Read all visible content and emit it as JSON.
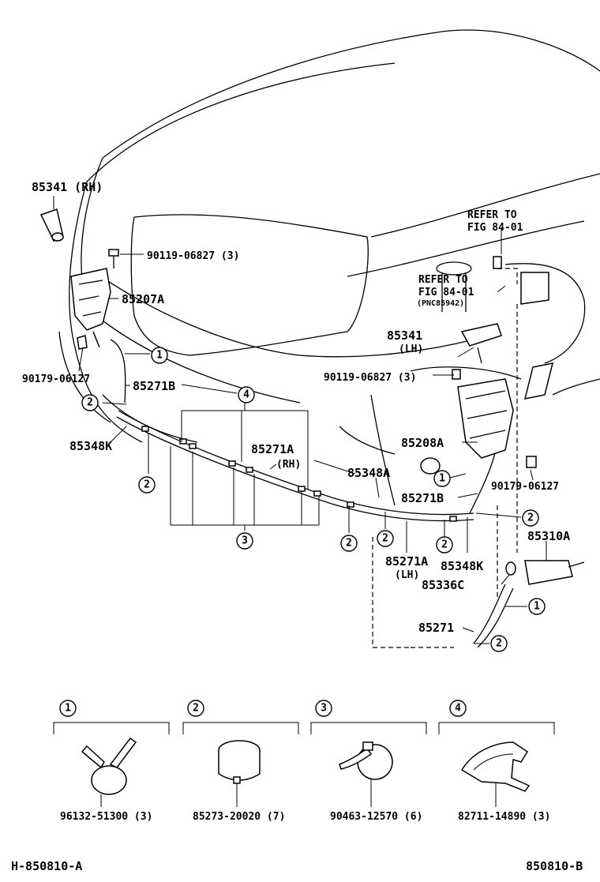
{
  "callouts": {
    "p85341_rh": "85341 (RH)",
    "bolt_top": "90119-06827 (3)",
    "p85207a": "85207A",
    "clip_left": "90179-06127",
    "p85271b_left": "85271B",
    "p85348k_left": "85348K",
    "p85271a_rh": "85271A",
    "p85271a_rh_side": "(RH)",
    "refer1_a": "REFER TO",
    "refer1_b": "FIG 84-01",
    "refer2_a": "REFER TO",
    "refer2_b": "FIG 84-01",
    "refer2_c": "(PNC85942)",
    "p85341_lh": "85341",
    "p85341_lh_side": "(LH)",
    "bolt_mid": "90119-06827 (3)",
    "p85208a": "85208A",
    "p85348a": "85348A",
    "p85271b_right": "85271B",
    "clip_right": "90179-06127",
    "p85310a": "85310A",
    "p85271a_lh": "85271A",
    "p85271a_lh_side": "(LH)",
    "p85348k_right": "85348K",
    "p85336c": "85336C",
    "p85271": "85271"
  },
  "markers": {
    "m1": "1",
    "m2": "2",
    "m3": "3",
    "m4": "4"
  },
  "legend": [
    {
      "num": "1",
      "part": "96132-51300 (3)",
      "icon": "hose-clamp-icon"
    },
    {
      "num": "2",
      "part": "85273-20020 (7)",
      "icon": "band-clamp-icon"
    },
    {
      "num": "3",
      "part": "90463-12570 (6)",
      "icon": "cable-tie-icon"
    },
    {
      "num": "4",
      "part": "82711-14890 (3)",
      "icon": "wire-clip-icon"
    }
  ],
  "footer": {
    "left_code": "H-850810-A",
    "right_code": "850810-B"
  }
}
